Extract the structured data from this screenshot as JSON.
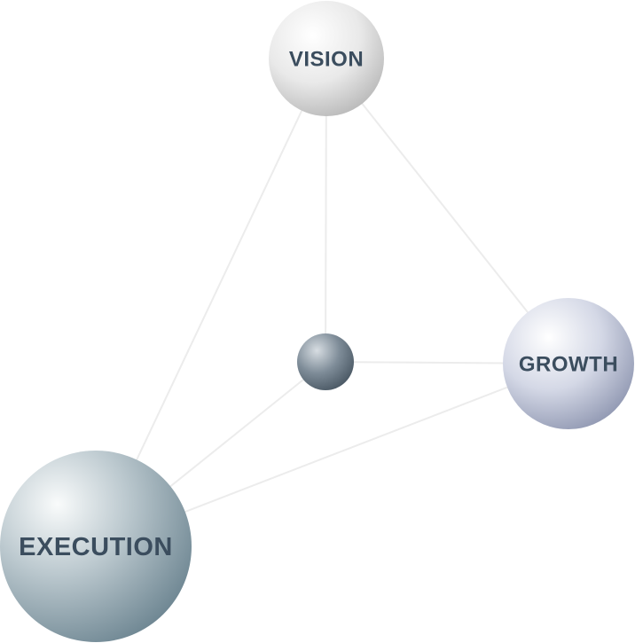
{
  "diagram": {
    "nodes": [
      {
        "id": "vision",
        "label": "VISION"
      },
      {
        "id": "growth",
        "label": "GROWTH"
      },
      {
        "id": "execution",
        "label": "EXECUTION"
      },
      {
        "id": "center",
        "label": ""
      }
    ],
    "edges": [
      {
        "from": "vision",
        "to": "center"
      },
      {
        "from": "vision",
        "to": "growth"
      },
      {
        "from": "vision",
        "to": "execution"
      },
      {
        "from": "growth",
        "to": "center"
      },
      {
        "from": "growth",
        "to": "execution"
      },
      {
        "from": "execution",
        "to": "center"
      }
    ],
    "colors": {
      "edge": "#ececec",
      "label": "#3b4d5e",
      "vision_sphere": "#bdbdbd",
      "growth_sphere": "#9ea5bf",
      "execution_sphere": "#7f98a5",
      "center_sphere": "#53626f"
    }
  }
}
